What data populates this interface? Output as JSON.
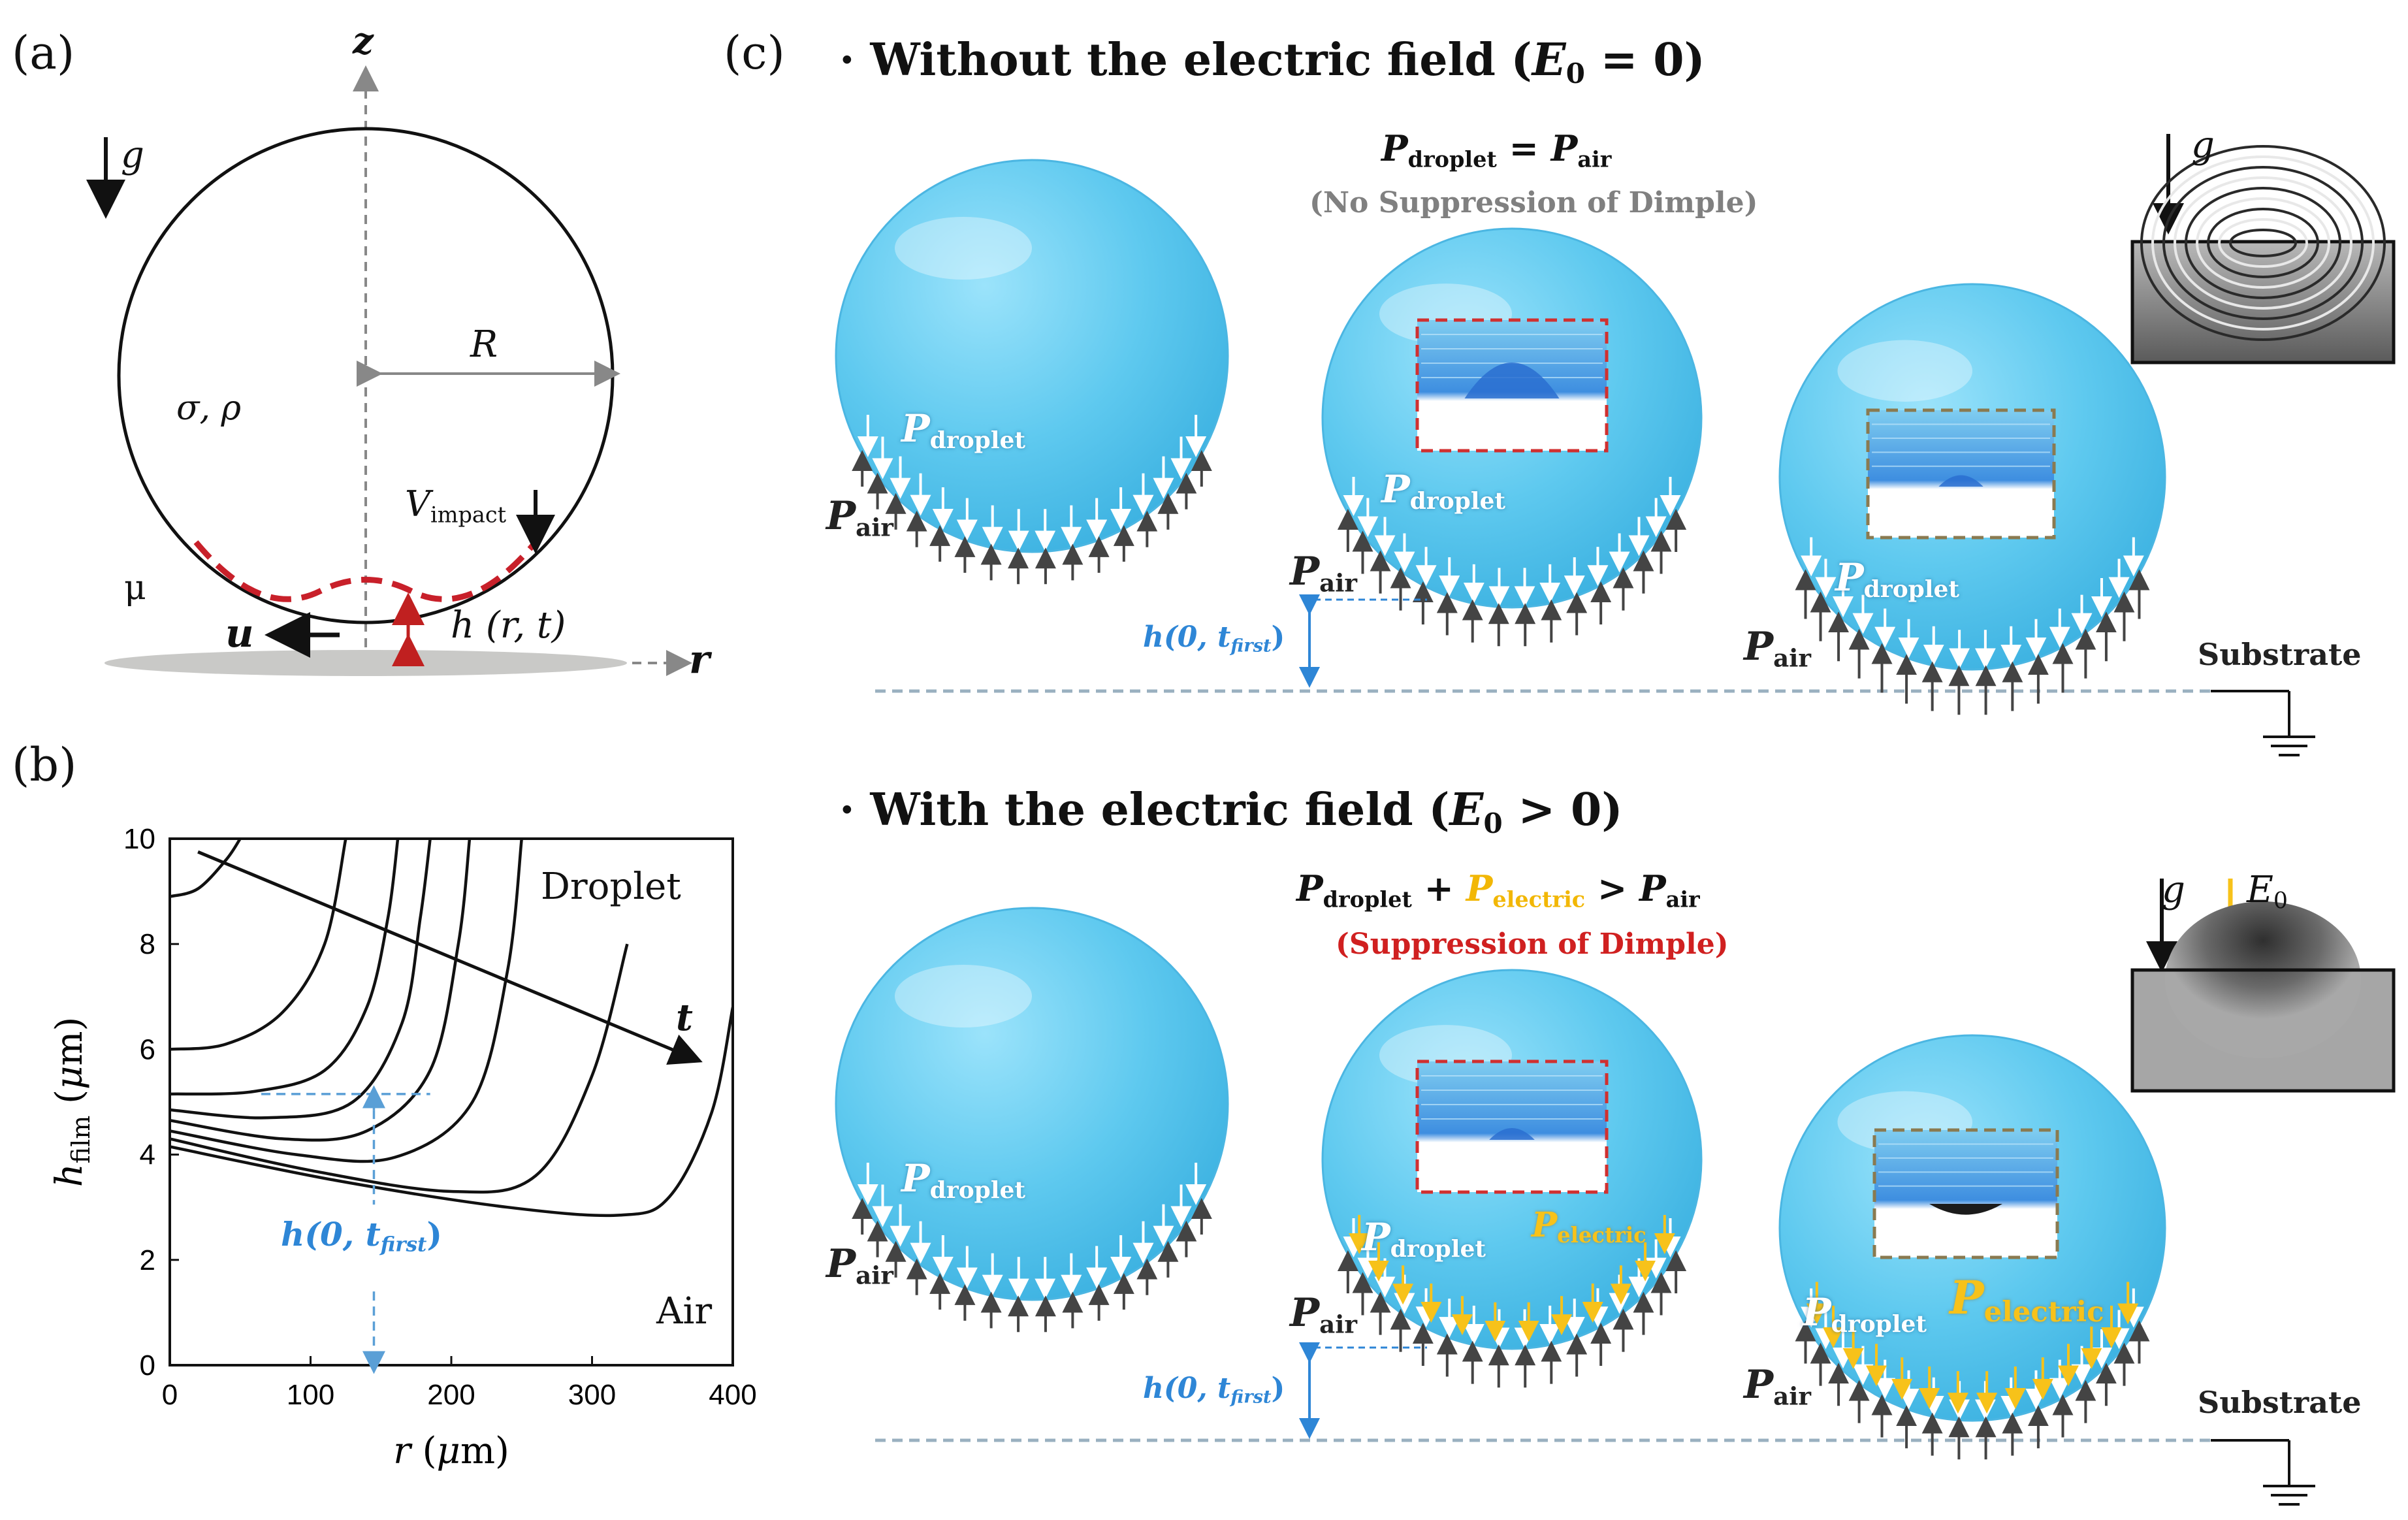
{
  "panel_labels": {
    "a": "(a)",
    "b": "(b)",
    "c": "(c)"
  },
  "panel_a": {
    "z": "z",
    "g": "g",
    "R": "R",
    "sigma_rho": "σ, ρ",
    "v_impact": "V",
    "v_impact_sub": "impact",
    "mu": "μ",
    "u": "u",
    "h_rt": "h (r, t)",
    "r": "r"
  },
  "panel_b": {
    "droplet": "Droplet",
    "air": "Air",
    "t": "t",
    "h_first": "h(0, t",
    "h_first_sub": "first",
    "h_first_close": ")"
  },
  "chart_data": {
    "type": "line",
    "xlabel": "r (μm)",
    "ylabel": "h_film (μm)",
    "xlim": [
      0,
      400
    ],
    "ylim": [
      0,
      10
    ],
    "x_ticks": [
      "0",
      "100",
      "200",
      "300",
      "400"
    ],
    "y_ticks": [
      "0",
      "2",
      "4",
      "6",
      "8",
      "10"
    ],
    "series": [
      {
        "points": [
          [
            0,
            8.9
          ],
          [
            20,
            9.05
          ],
          [
            40,
            9.6
          ],
          [
            50,
            10
          ]
        ]
      },
      {
        "points": [
          [
            0,
            6.0
          ],
          [
            40,
            6.1
          ],
          [
            80,
            6.7
          ],
          [
            110,
            8.0
          ],
          [
            125,
            10
          ]
        ]
      },
      {
        "points": [
          [
            0,
            5.15
          ],
          [
            60,
            5.2
          ],
          [
            110,
            5.6
          ],
          [
            140,
            6.8
          ],
          [
            155,
            8.5
          ],
          [
            162,
            10
          ]
        ]
      },
      {
        "points": [
          [
            0,
            4.85
          ],
          [
            70,
            4.7
          ],
          [
            130,
            5.0
          ],
          [
            165,
            6.5
          ],
          [
            178,
            8.5
          ],
          [
            185,
            10
          ]
        ]
      },
      {
        "points": [
          [
            0,
            4.65
          ],
          [
            80,
            4.3
          ],
          [
            140,
            4.45
          ],
          [
            185,
            5.6
          ],
          [
            205,
            8.0
          ],
          [
            213,
            10
          ]
        ]
      },
      {
        "points": [
          [
            0,
            4.45
          ],
          [
            90,
            4.0
          ],
          [
            160,
            3.95
          ],
          [
            215,
            5.0
          ],
          [
            240,
            7.5
          ],
          [
            250,
            10
          ]
        ]
      },
      {
        "points": [
          [
            0,
            4.3
          ],
          [
            100,
            3.7
          ],
          [
            200,
            3.3
          ],
          [
            260,
            3.6
          ],
          [
            300,
            5.5
          ],
          [
            325,
            8.0
          ]
        ]
      },
      {
        "points": [
          [
            0,
            4.15
          ],
          [
            120,
            3.5
          ],
          [
            240,
            3.0
          ],
          [
            320,
            2.85
          ],
          [
            355,
            3.2
          ],
          [
            385,
            4.8
          ],
          [
            400,
            6.8
          ]
        ]
      }
    ],
    "annotations": [
      "Droplet",
      "Air",
      "t",
      "h(0, t_first)"
    ]
  },
  "panel_c": {
    "top": {
      "title": "· Without the electric field (",
      "title_var": "E",
      "title_sub": "0",
      "title_rest": " = 0)",
      "eq_p1": "P",
      "eq_p1_sub": "droplet",
      "eq_op": " = ",
      "eq_p2": "P",
      "eq_p2_sub": "air",
      "status": "(No Suppression of Dimple)",
      "status_color": "#808080",
      "g": "g",
      "substrate": "Substrate"
    },
    "bottom": {
      "title": "· With the electric field (",
      "title_var": "E",
      "title_sub": "0",
      "title_rest": " > 0)",
      "eq_p1": "P",
      "eq_p1_sub": "droplet",
      "eq_plus": " + ",
      "eq_pe": "P",
      "eq_pe_sub": "electric",
      "eq_op": " > ",
      "eq_p2": "P",
      "eq_p2_sub": "air",
      "status": "(Suppression of Dimple)",
      "status_color": "#d02020",
      "g": "g",
      "E0": "E",
      "E0_sub": "0",
      "substrate": "Substrate"
    },
    "labels": {
      "p": "P",
      "droplet": "droplet",
      "air": "air",
      "electric": "electric",
      "h": "h(0, t",
      "first": "first",
      "close": ")"
    },
    "colors": {
      "droplet_blue": "#5cc6ee",
      "electric_yellow": "#f7c21a",
      "h_blue": "#2e86d6",
      "red_box": "#d03030",
      "olive_box": "#8a7a50"
    }
  }
}
